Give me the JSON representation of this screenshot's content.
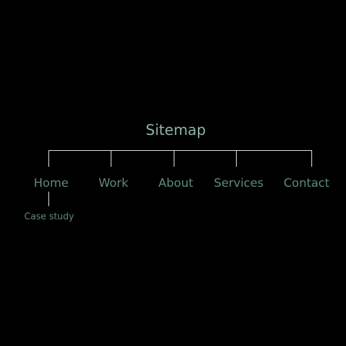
{
  "diagram": {
    "title": "Sitemap",
    "nodes": [
      {
        "label": "Home",
        "children": [
          "Case study"
        ]
      },
      {
        "label": "Work",
        "children": []
      },
      {
        "label": "About",
        "children": []
      },
      {
        "label": "Services",
        "children": []
      },
      {
        "label": "Contact",
        "children": []
      }
    ],
    "colors": {
      "background": "#000000",
      "title": "#8fb3a7",
      "labels": "#5f8a7d",
      "lines": "#e6e6e6"
    }
  }
}
